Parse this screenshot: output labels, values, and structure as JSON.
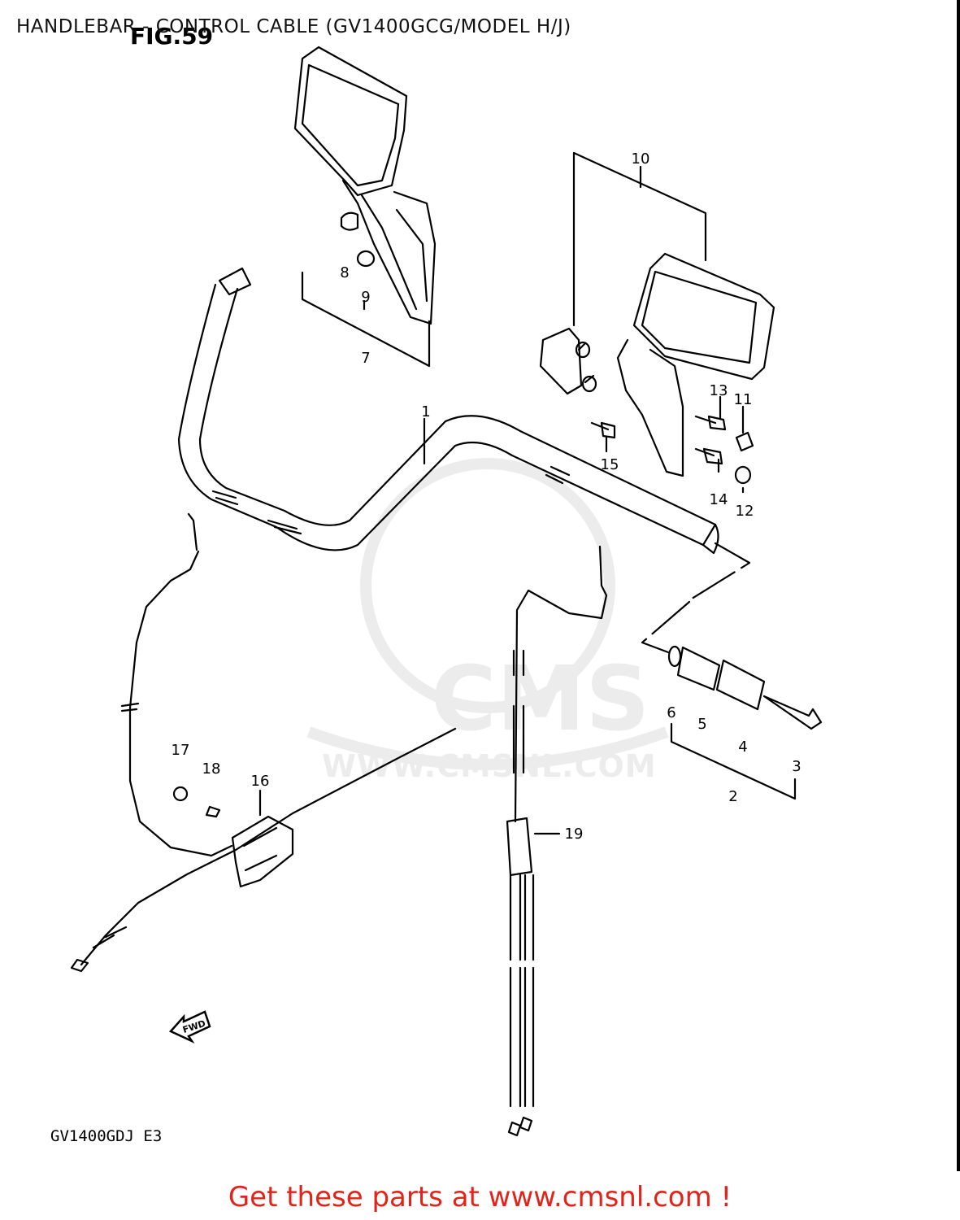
{
  "header": {
    "title": "HANDLEBAR - CONTROL CABLE (GV1400GCG/MODEL H/J)",
    "figure_label": "FIG.59"
  },
  "watermark": {
    "brand": "CMS",
    "url": "WWW.CMSNL.COM"
  },
  "diagram": {
    "direction_label": "FWD",
    "model_code": "GV1400GDJ E3",
    "callouts": [
      "1",
      "2",
      "3",
      "4",
      "5",
      "6",
      "7",
      "8",
      "9",
      "10",
      "11",
      "12",
      "13",
      "14",
      "15",
      "16",
      "17",
      "18",
      "19"
    ]
  },
  "footer": {
    "cta": "Get these parts at www.cmsnl.com !"
  },
  "colors": {
    "ink": "#000000",
    "footer_text": "#e2231a",
    "watermark": "#ececec"
  }
}
